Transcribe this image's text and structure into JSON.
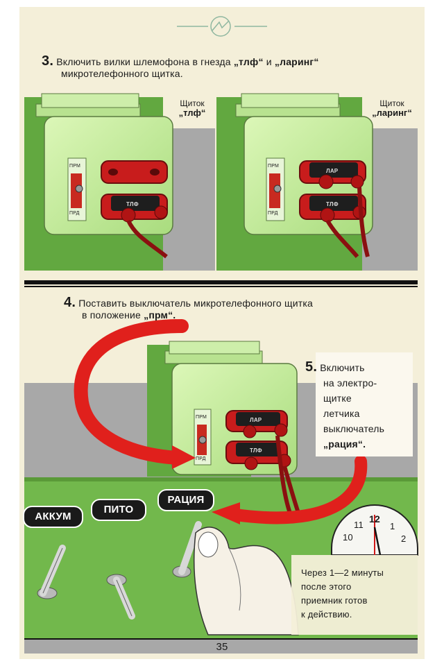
{
  "steps": {
    "s3_num": "3.",
    "s3_text_a": "Включить вилки шлемофона в гнезда",
    "s3_q1": "„тлф“",
    "s3_and": "и",
    "s3_q2": "„ларинг“",
    "s3_text_b": "микротелефонного щитка.",
    "s4_num": "4.",
    "s4_text_a": "Поставить выключатель микротелефонного щитка",
    "s4_text_b": "в положение",
    "s4_q": "„прм“.",
    "s5_num": "5.",
    "s5_l1": "Включить",
    "s5_l2": "на электро-",
    "s5_l3": "щитке",
    "s5_l4": "летчика",
    "s5_l5": "выключатель",
    "s5_q": "„рация“.",
    "note_l1": "Через 1—2 минуты",
    "note_l2": "после этого",
    "note_l3": "приемник готов",
    "note_l4": "к действию."
  },
  "panels": {
    "left_label_a": "Щиток",
    "left_label_b": "„тлф“",
    "right_label_a": "Щиток",
    "right_label_b": "„ларинг“",
    "switch_top": "ПРМ",
    "switch_bottom": "ПРД",
    "plug_tlf": "ТЛФ",
    "plug_lar": "ЛАР"
  },
  "switch_labels": {
    "akkum": "АККУМ",
    "pito": "ПИТО",
    "raciya": "РАЦИЯ"
  },
  "clock": {
    "n10": "10",
    "n11": "11",
    "n12": "12",
    "n1": "1",
    "n2": "2"
  },
  "footer": {
    "page_number": "35"
  },
  "colors": {
    "paper": "#f4efd9",
    "green_bg": "#62a840",
    "device_green": "#c4ec9c",
    "red": "#e0201c",
    "dark_red": "#8a1010",
    "gray": "#a8a8a8"
  }
}
